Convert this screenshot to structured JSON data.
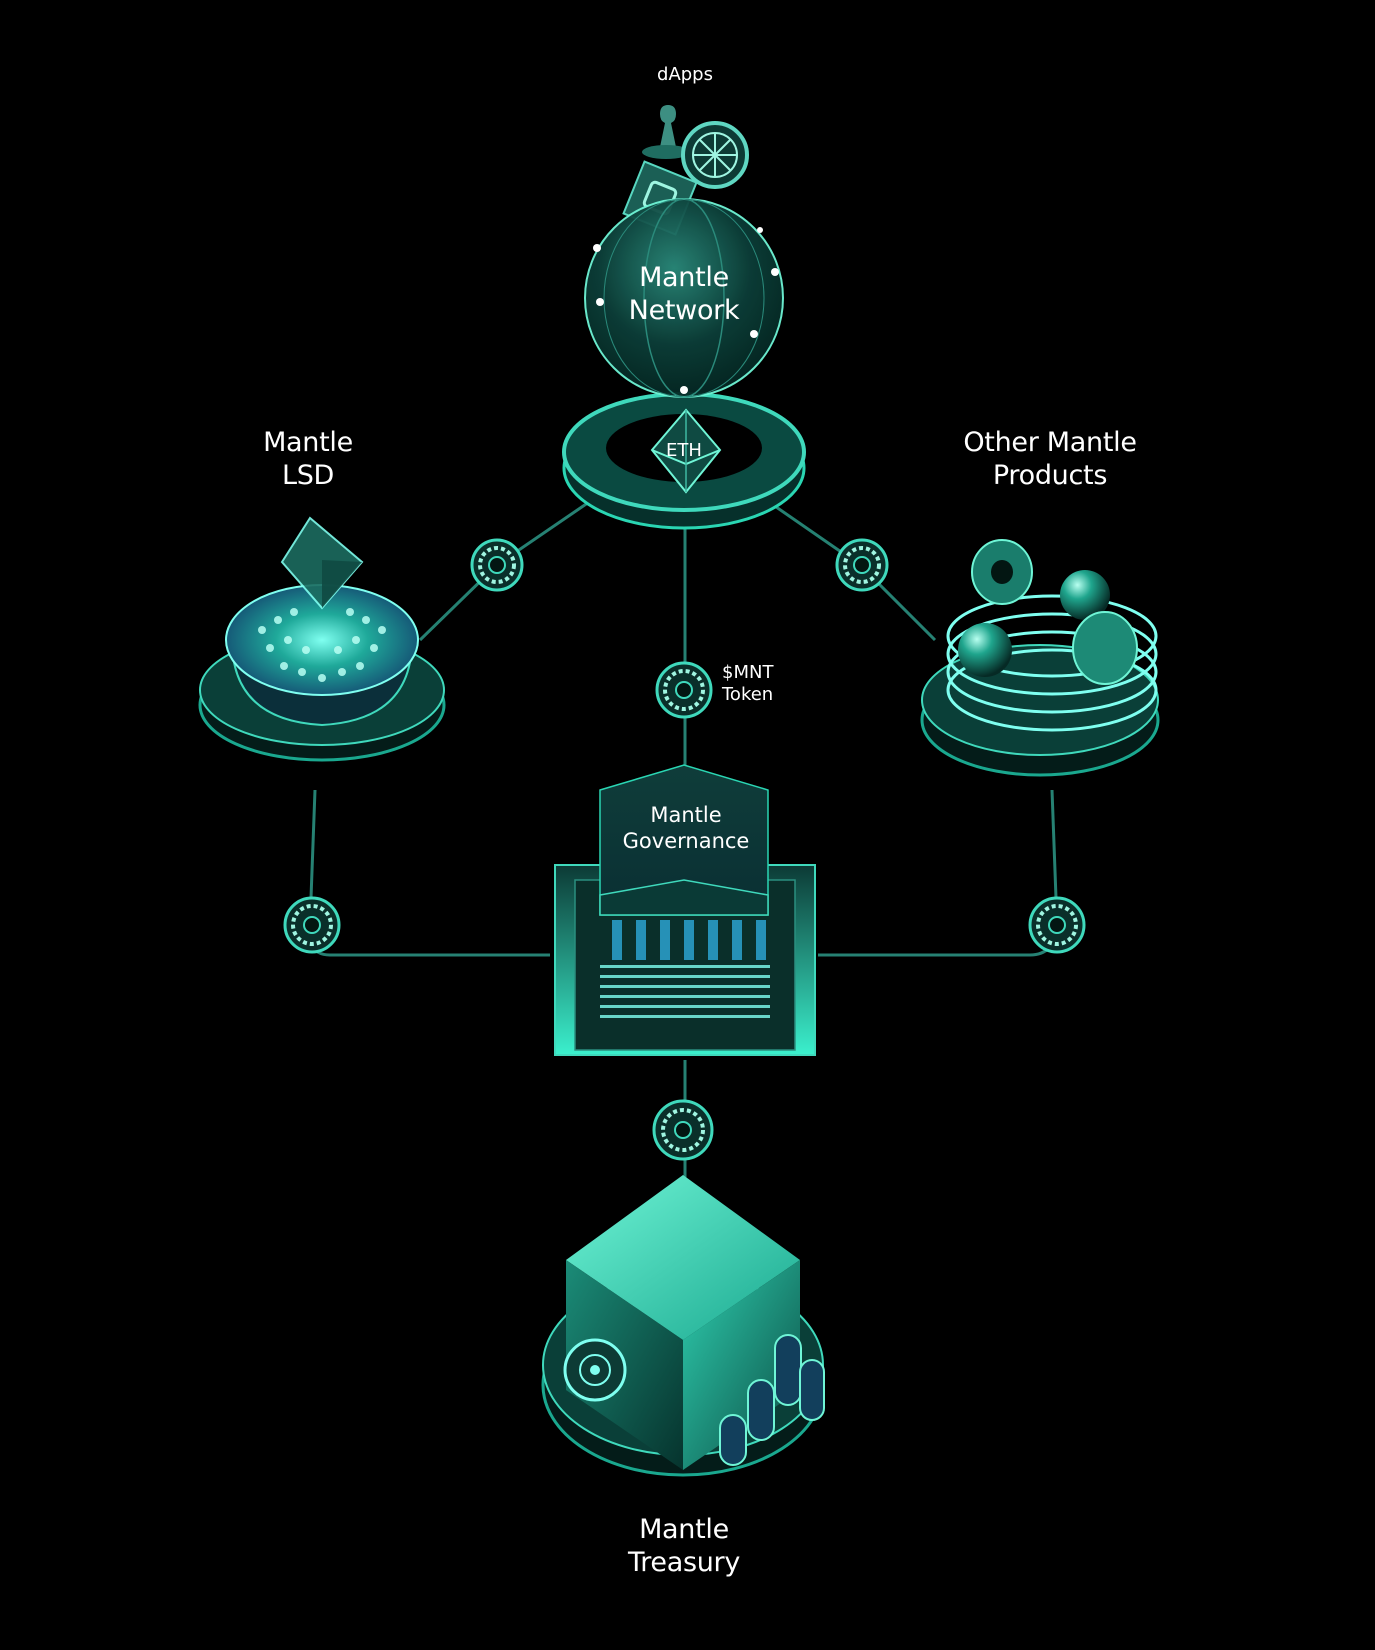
{
  "labels": {
    "dapps": "dApps",
    "network_line1": "Mantle",
    "network_line2": "Network",
    "eth": "ETH",
    "lsd_line1": "Mantle",
    "lsd_line2": "LSD",
    "other_line1": "Other Mantle",
    "other_line2": "Products",
    "mnt_line1": "$MNT",
    "mnt_line2": "Token",
    "gov_line1": "Mantle",
    "gov_line2": "Governance",
    "treasury_line1": "Mantle",
    "treasury_line2": "Treasury"
  },
  "colors": {
    "background": "#000000",
    "accent": "#2fe6c0",
    "accent_dark": "#0b5a4f",
    "glow": "#1fbfa3"
  }
}
